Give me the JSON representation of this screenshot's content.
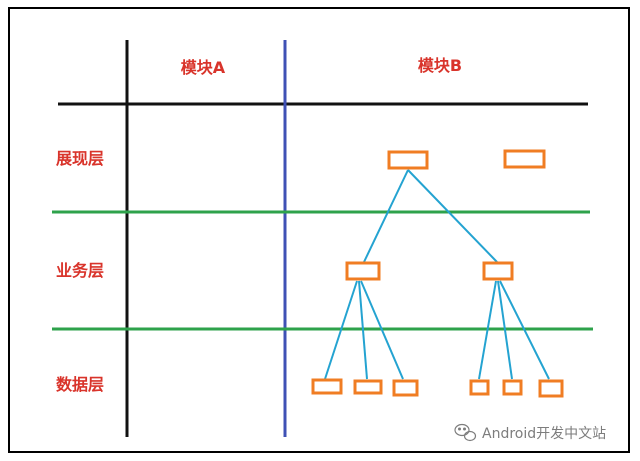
{
  "columns": {
    "a": "模块A",
    "b": "模块B"
  },
  "layers": {
    "presentation": "展现层",
    "business": "业务层",
    "data": "数据层"
  },
  "watermark": "Android开发中文站",
  "colors": {
    "label_red": "#d9342b",
    "frame_black": "#000000",
    "divider_black": "#111111",
    "column_blue": "#3f51b5",
    "layer_green": "#2ea24b",
    "node_orange": "#f07d23",
    "link_cyan": "#24a3d1",
    "watermark_gray": "#7d7d7d"
  }
}
